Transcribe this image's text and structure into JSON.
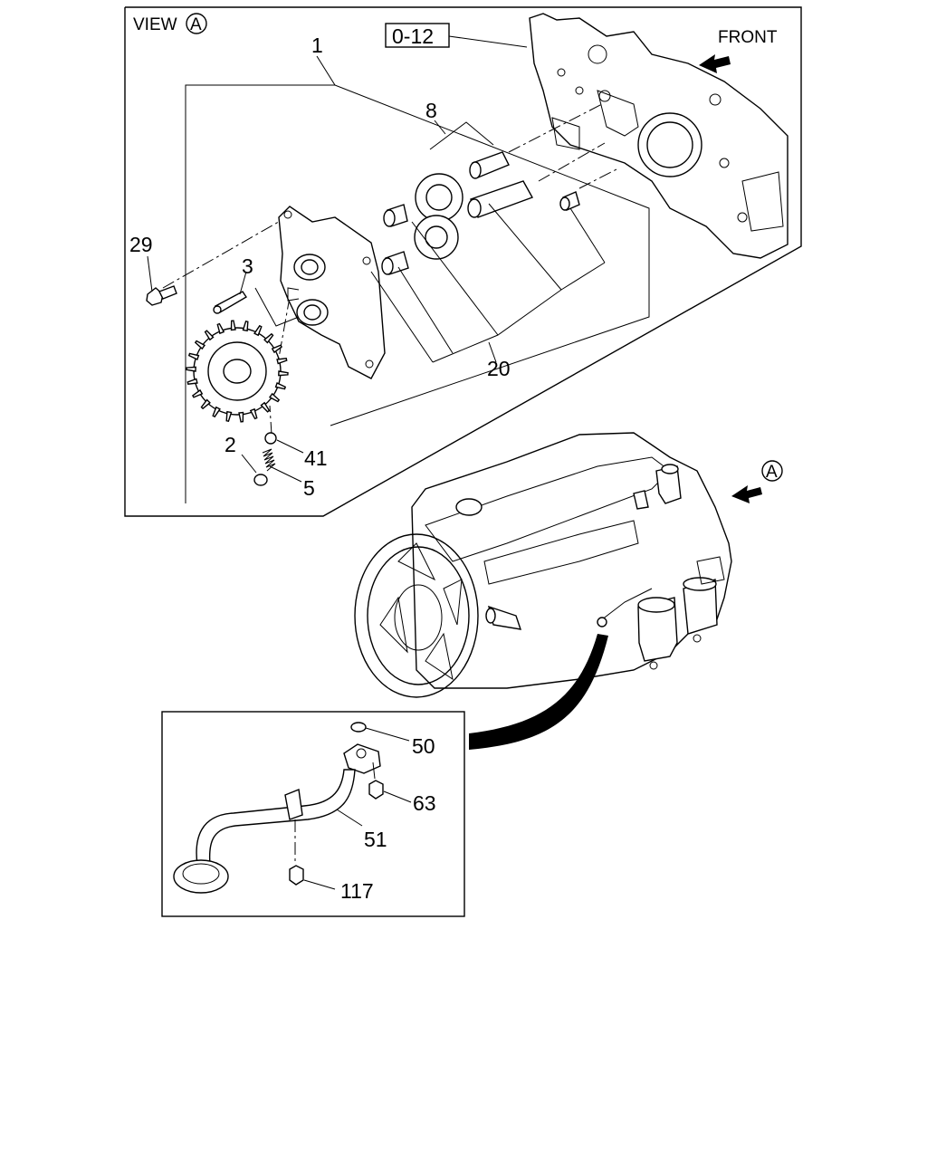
{
  "view_a": {
    "title": "VIEW",
    "marker": "A",
    "front_label": "FRONT",
    "ref_box": "0-12"
  },
  "callouts": {
    "c1": "1",
    "c2": "2",
    "c3": "3",
    "c5": "5",
    "c8": "8",
    "c20": "20",
    "c29": "29",
    "c41": "41",
    "c50": "50",
    "c51": "51",
    "c63": "63",
    "c117": "117"
  },
  "view_marker_engine": "A"
}
